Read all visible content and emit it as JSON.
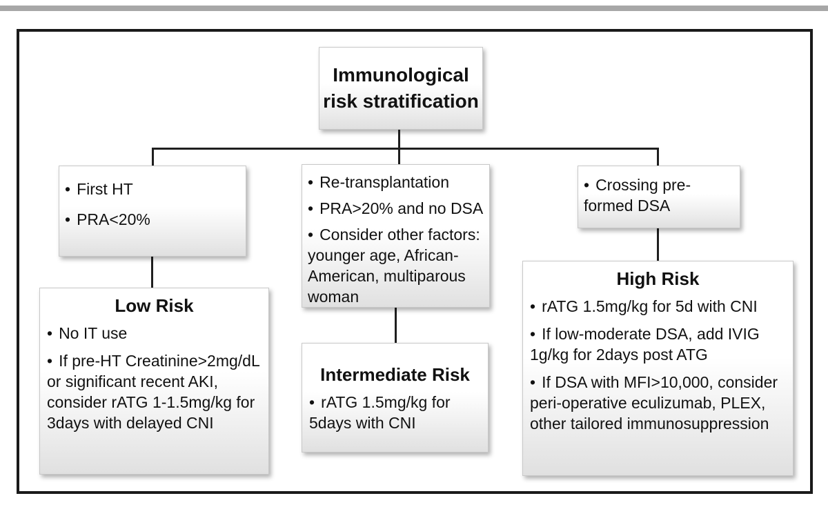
{
  "figure": {
    "bullet_char": "•",
    "root": {
      "title": "Immunological risk stratification"
    },
    "columns": [
      {
        "name": "low",
        "criteria": [
          "First HT",
          "PRA<20%"
        ],
        "result_title": "Low Risk",
        "result_items": [
          "No IT use",
          "If pre-HT Creatinine>2mg/dL or significant recent AKI, consider rATG 1-1.5mg/kg for 3days with delayed CNI"
        ]
      },
      {
        "name": "intermediate",
        "criteria": [
          "Re-transplantation",
          "PRA>20% and no DSA",
          "Consider other factors: younger age, African-American, multiparous woman"
        ],
        "result_title": "Intermediate Risk",
        "result_items": [
          "rATG 1.5mg/kg for 5days with CNI"
        ]
      },
      {
        "name": "high",
        "criteria": [
          "Crossing pre-formed DSA"
        ],
        "result_title": "High Risk",
        "result_items": [
          "rATG 1.5mg/kg for 5d with CNI",
          "If low-moderate DSA, add IVIG 1g/kg for 2days post ATG",
          "If DSA with MFI>10,000, consider peri-operative eculizumab, PLEX, other tailored immunosuppression"
        ]
      }
    ],
    "colors": {
      "top_bar": "#a7a7a7",
      "frame_border": "#1a1a1a",
      "box_border": "#c8c8c8",
      "connector": "#1f1f1f",
      "text": "#111111"
    }
  }
}
